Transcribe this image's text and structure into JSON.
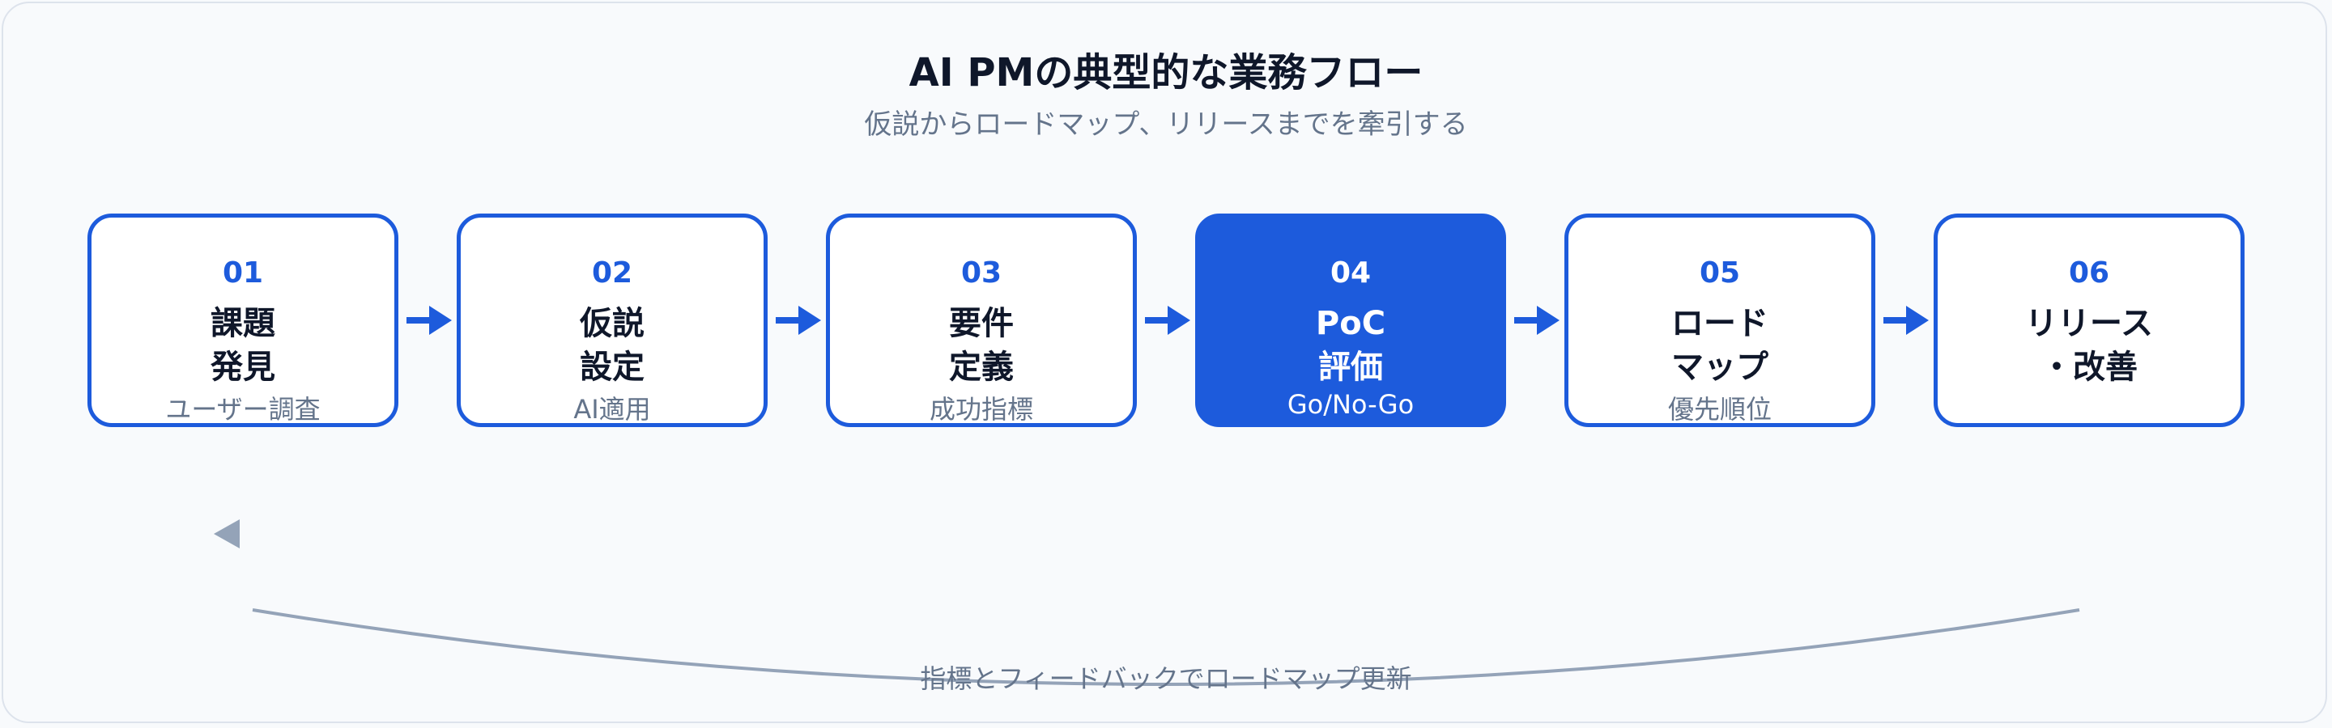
{
  "header": {
    "title": "AI PMの典型的な業務フロー",
    "subtitle": "仮説からロードマップ、リリースまでを牽引する"
  },
  "steps": [
    {
      "num": "01",
      "line1": "課題",
      "line2": "発見",
      "note": "ユーザー調査",
      "active": false
    },
    {
      "num": "02",
      "line1": "仮説",
      "line2": "設定",
      "note": "AI適用",
      "active": false
    },
    {
      "num": "03",
      "line1": "要件",
      "line2": "定義",
      "note": "成功指標",
      "active": false
    },
    {
      "num": "04",
      "line1": "PoC",
      "line2": "評価",
      "note": "Go/No-Go",
      "active": true
    },
    {
      "num": "05",
      "line1": "ロード",
      "line2": "マップ",
      "note": "優先順位",
      "active": false
    },
    {
      "num": "06",
      "line1": "リリース",
      "line2": "・改善",
      "note": "",
      "active": false
    }
  ],
  "feedback_loop": {
    "label": "指標とフィードバックでロードマップ更新"
  },
  "colors": {
    "accent": "#1d5bdc",
    "text": "#0f172a",
    "muted": "#64748b",
    "loop": "#94a3b8",
    "background": "#f8fafc"
  }
}
